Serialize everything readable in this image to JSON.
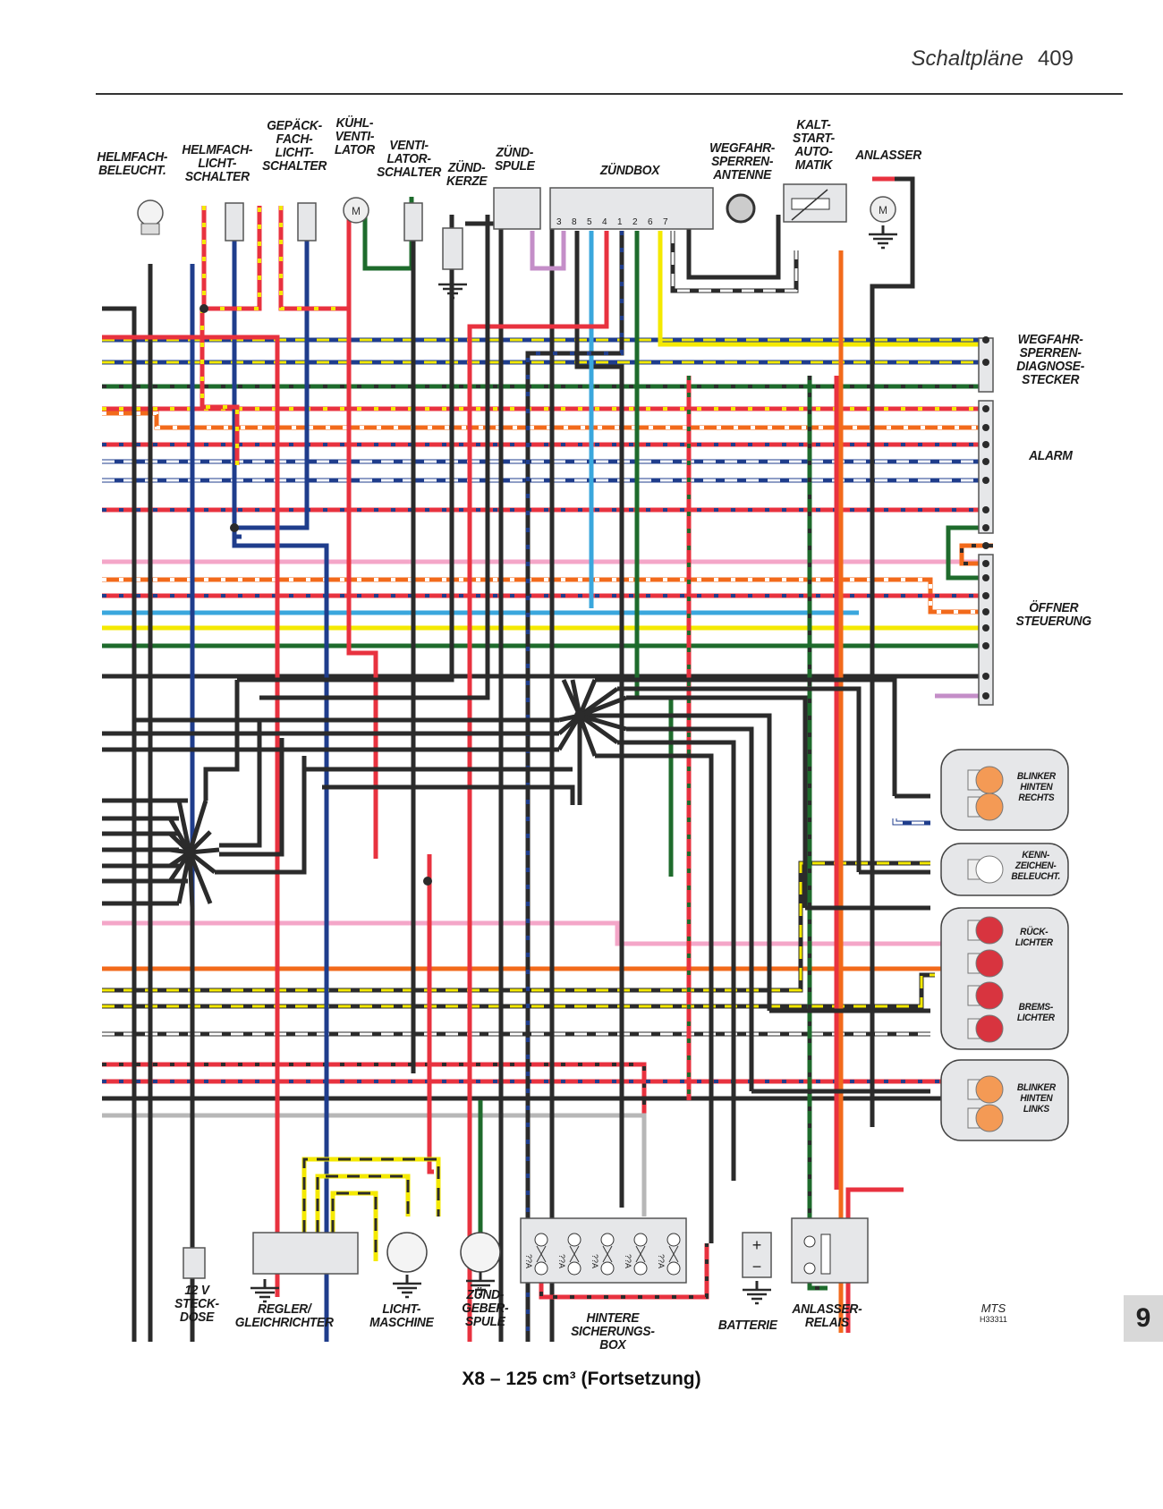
{
  "header": {
    "section_title": "Schaltpläne",
    "page_number": "409"
  },
  "caption": "X8 – 125 cm³ (Fortsetzung)",
  "chapter_tab": "9",
  "publisher": {
    "logo": "MTS",
    "code": "H33311"
  },
  "components_top": {
    "helmfach_beleucht": "HELMFACH-\nBELEUCHT.",
    "helmfach_lichtschalter": "HELMFACH-\nLICHT-\nSCHALTER",
    "gepaeckfach_lichtschalter": "GEPÄCK-\nFACH-\nLICHT-\nSCHALTER",
    "kuehlventilator": "KÜHL-\nVENTI-\nLATOR",
    "ventilatorschalter": "VENTI-\nLATOR-\nSCHALTER",
    "zuendkerze": "ZÜND-\nKERZE",
    "zuendspule": "ZÜND-\nSPULE",
    "zuendbox": "ZÜNDBOX",
    "wegfahrsperren_antenne": "WEGFAHR-\nSPERREN-\nANTENNE",
    "kaltstartautomatik": "KALT-\nSTART-\nAUTO-\nMATIK",
    "anlasser": "ANLASSER"
  },
  "zuendbox_pins": [
    "3",
    "8",
    "5",
    "4",
    "1",
    "2",
    "6",
    "7"
  ],
  "motor_symbol": "M",
  "components_right": {
    "diagnose": "WEGFAHR-\nSPERREN-\nDIAGNOSE-\nSTECKER",
    "alarm": "ALARM",
    "oeffner": "ÖFFNER\nSTEUERUNG",
    "blinker_rechts": "BLINKER\nHINTEN\nRECHTS",
    "kennzeichen": "KENN-\nZEICHEN-\nBELEUCHT.",
    "rueckleuchten": "RÜCK-\nLICHTER",
    "bremslichter": "BREMS-\nLICHTER",
    "blinker_links": "BLINKER\nHINTEN\nLINKS"
  },
  "components_bottom": {
    "steckdose": "12 V\nSTECK-\nDOSE",
    "regler": "REGLER/\nGLEICHRICHTER",
    "lichtmaschine": "LICHT-\nMASCHINE",
    "zuendgeberspule": "ZÜND-\nGEBER-\nSPULE",
    "sicherungsbox": "HINTERE\nSICHERUNGS-\nBOX",
    "batterie": "BATTERIE",
    "anlasserrelais": "ANLASSER-\nRELAIS"
  },
  "fuse_rating": "??A",
  "fuse_count": 5,
  "battery_plus": "+",
  "battery_minus": "−",
  "wire_colors": {
    "black": "#2b2b2b",
    "red": "#e8323f",
    "blue": "#1f3d8c",
    "green": "#1e6b2c",
    "yellow": "#f4e900",
    "orange": "#f26a1b",
    "pink": "#f4a6c8",
    "lightblue": "#3aa7dd",
    "purple": "#c48ec8",
    "grey": "#b7b7b7",
    "component": "#e6e7e9"
  }
}
